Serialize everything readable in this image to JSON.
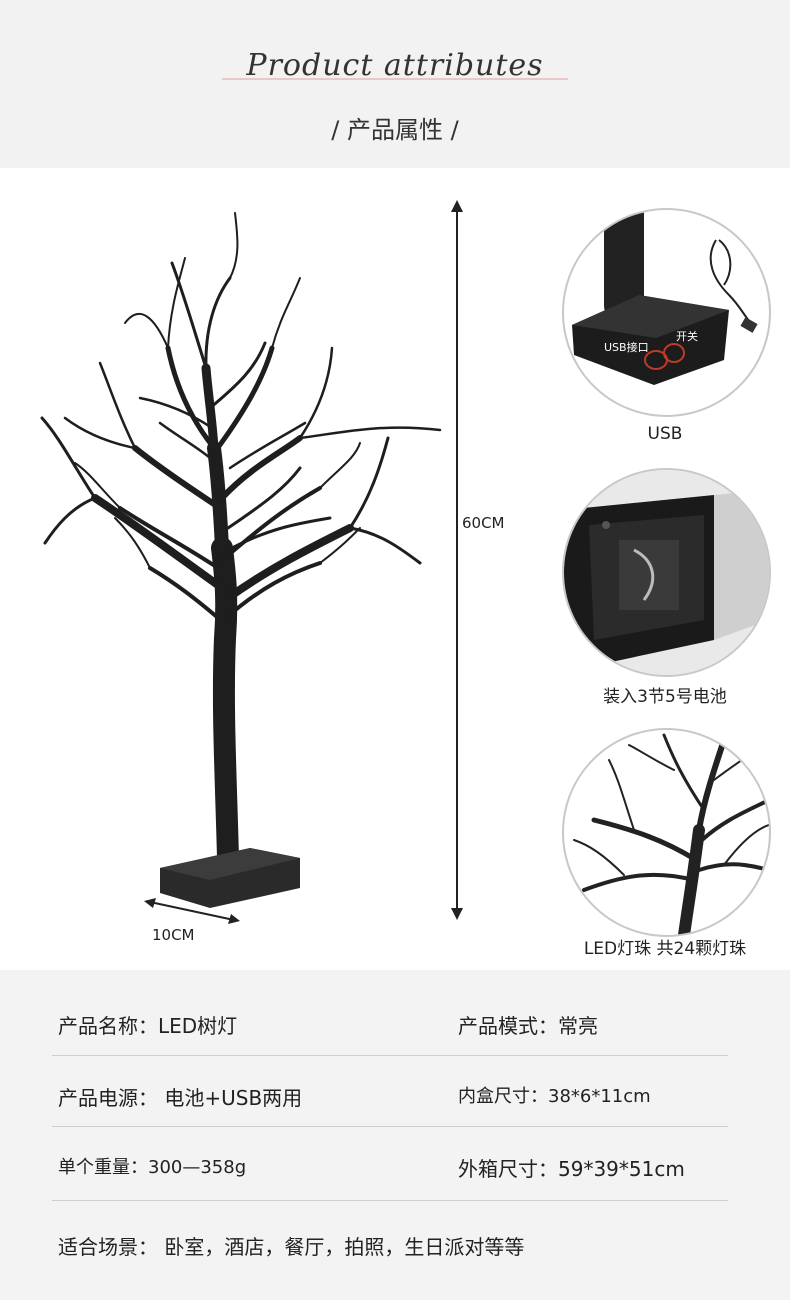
{
  "header": {
    "title_en": "Product attributes",
    "title_cn": "/ 产品属性 /"
  },
  "dimensions": {
    "height": "60CM",
    "width": "10CM"
  },
  "details": [
    {
      "caption": "USB",
      "labels": {
        "usb_port": "USB接口",
        "switch": "开关"
      }
    },
    {
      "caption": "装入3节5号电池"
    },
    {
      "caption": "LED灯珠 共24颗灯珠"
    }
  ],
  "specs": {
    "name": "产品名称：LED树灯",
    "mode": "产品模式：常亮",
    "power": "产品电源：  电池+USB两用",
    "inner_box": "内盒尺寸：38*6*11cm",
    "weight": "单个重量：300—358g",
    "outer_box": "外箱尺寸：59*39*51cm",
    "scenes": "适合场景：  卧室，酒店，餐厅，拍照，生日派对等等"
  }
}
